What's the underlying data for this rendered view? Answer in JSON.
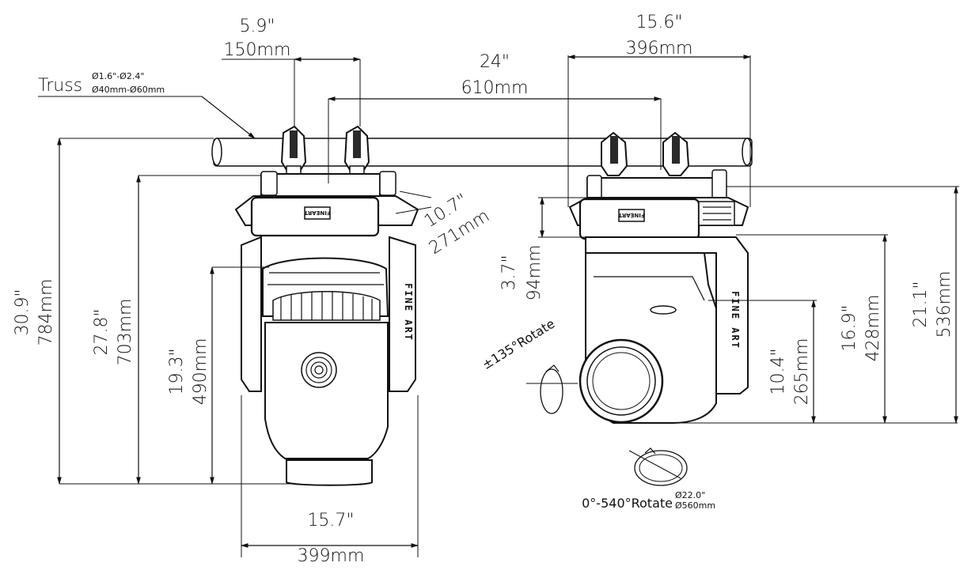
{
  "dimensions": {
    "clamp_spacing": {
      "inch": "5.9\"",
      "mm": "150mm"
    },
    "truss_width": {
      "inch": "24\"",
      "mm": "610mm"
    },
    "side_width": {
      "inch": "15.6\"",
      "mm": "396mm"
    },
    "front_width": {
      "inch": "15.7\"",
      "mm": "399mm"
    },
    "total_height": {
      "inch": "30.9\"",
      "mm": "784mm"
    },
    "base_to_clamp": {
      "inch": "27.8\"",
      "mm": "703mm"
    },
    "arm_height": {
      "inch": "19.3\"",
      "mm": "490mm"
    },
    "base_depth": {
      "inch": "10.7\"",
      "mm": "271mm"
    },
    "base_height": {
      "inch": "3.7\"",
      "mm": "94mm"
    },
    "head_center": {
      "inch": "10.4\"",
      "mm": "265mm"
    },
    "arm_side": {
      "inch": "16.9\"",
      "mm": "428mm"
    },
    "side_total": {
      "inch": "21.1\"",
      "mm": "536mm"
    }
  },
  "truss": {
    "label": "Truss",
    "inch_range": "Ø1.6\"-Ø2.4\"",
    "mm_range": "Ø40mm-Ø60mm"
  },
  "tilt": {
    "label": "±135°Rotate"
  },
  "pan": {
    "label": "0°-540°Rotate",
    "inch": "Ø22.0\"",
    "mm": "Ø560mm"
  },
  "brand": {
    "base_label": "FINEART",
    "arm_label": "FINE ART"
  }
}
